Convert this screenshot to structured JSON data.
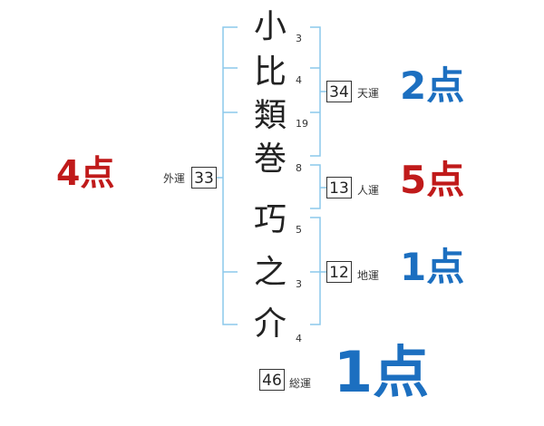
{
  "name_chars": [
    {
      "char": "小",
      "strokes": "3"
    },
    {
      "char": "比",
      "strokes": "4"
    },
    {
      "char": "類",
      "strokes": "19"
    },
    {
      "char": "巻",
      "strokes": "8"
    },
    {
      "char": "巧",
      "strokes": "5"
    },
    {
      "char": "之",
      "strokes": "3"
    },
    {
      "char": "介",
      "strokes": "4"
    }
  ],
  "fortunes": {
    "tenkaku": {
      "value": "34",
      "label": "天運",
      "score": "2点",
      "color": "#1c6fc0"
    },
    "jinkaku": {
      "value": "13",
      "label": "人運",
      "score": "5点",
      "color": "#c01a1a"
    },
    "chikaku": {
      "value": "12",
      "label": "地運",
      "score": "1点",
      "color": "#1c6fc0"
    },
    "gaikaku": {
      "value": "33",
      "label": "外運",
      "score": "4点",
      "color": "#c01a1a"
    },
    "soukaku": {
      "value": "46",
      "label": "総運",
      "score": "1点",
      "color": "#1c6fc0"
    }
  },
  "bracket_color": "#8cc8ec"
}
